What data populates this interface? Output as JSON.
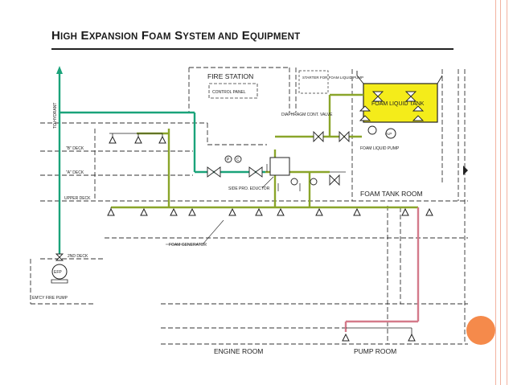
{
  "title_parts": [
    {
      "cap": "H",
      "rest": "IGH"
    },
    {
      "cap": "E",
      "rest": "XPANSION"
    },
    {
      "cap": "F",
      "rest": "OAM"
    },
    {
      "cap": "S",
      "rest": "YSTEM AND"
    },
    {
      "cap": "E",
      "rest": "QUIPMENT"
    }
  ],
  "labels": {
    "fire_station": "FIRE STATION",
    "control_panel": "CONTROL PANEL",
    "starter": "STARTER FOR FOAM LIQUID PUMP",
    "foam_liquid_tank": "FOAM LIQUID TANK",
    "diaphragm_valve": "DIAPHRAGM CONT. VALVE",
    "foam_liquid_pump": "FOAM LIQUID PUMP",
    "to_hydrant": "TO HYDRANT",
    "b_deck": "\"B\" DECK",
    "a_deck": "\"A\" DECK",
    "upper_deck": "UPPER DECK",
    "second_deck": "2ND DECK",
    "side_pro_eductor": "SIDE PRO. EDUCTOR",
    "foam_tank_room": "FOAM TANK ROOM",
    "foam_generator": "FOAM GENERATOR",
    "efp": "EFP",
    "emcy_fire_pump": "EM'CY FIRE PUMP",
    "engine_room": "ENGINE ROOM",
    "pump_room": "PUMP ROOM",
    "p_gauge": "P",
    "c_gauge": "C",
    "flp": "FLP"
  },
  "colors": {
    "water_line": "#1aa37a",
    "foam_line": "#8aa52a",
    "pink_line": "#d47a8a",
    "tank_fill": "#f4ec1a",
    "accent": "#f58a4b"
  }
}
